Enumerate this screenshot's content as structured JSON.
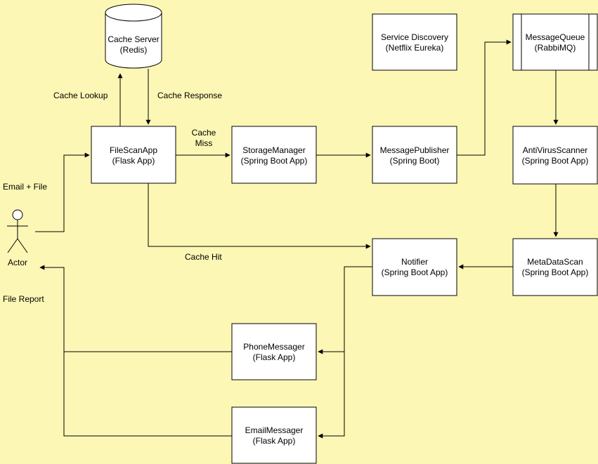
{
  "diagram": {
    "background": "#fdf7b5",
    "nodes": {
      "cache_server": {
        "line1": "Cache Server",
        "line2": "(Redis)"
      },
      "filescanapp": {
        "line1": "FileScanApp",
        "line2": "(Flask App)"
      },
      "storagemanager": {
        "line1": "StorageManager",
        "line2": "(Spring Boot App)"
      },
      "messagepublisher": {
        "line1": "MessagePublisher",
        "line2": "(Spring Boot)"
      },
      "service_discovery": {
        "line1": "Service Discovery",
        "line2": "(Netflix Eureka)"
      },
      "messagequeue": {
        "line1": "MessageQueue",
        "line2": "(RabbiMQ)"
      },
      "antivirusscanner": {
        "line1": "AntiVirusScanner",
        "line2": "(Spring Boot App)"
      },
      "metadatascan": {
        "line1": "MetaDataScan",
        "line2": "(Spring Boot App)"
      },
      "notifier": {
        "line1": "Notifier",
        "line2": "(Spring Boot App)"
      },
      "phonemessager": {
        "line1": "PhoneMessager",
        "line2": "(Flask App)"
      },
      "emailmessager": {
        "line1": "EmailMessager",
        "line2": "(Flask App)"
      },
      "actor": {
        "label": "Actor"
      }
    },
    "edges": {
      "cache_lookup": "Cache Lookup",
      "cache_response": "Cache Response",
      "cache_miss_line1": "Cache",
      "cache_miss_line2": "Miss",
      "cache_hit": "Cache Hit",
      "email_file": "Email + File",
      "file_report": "File Report"
    }
  }
}
